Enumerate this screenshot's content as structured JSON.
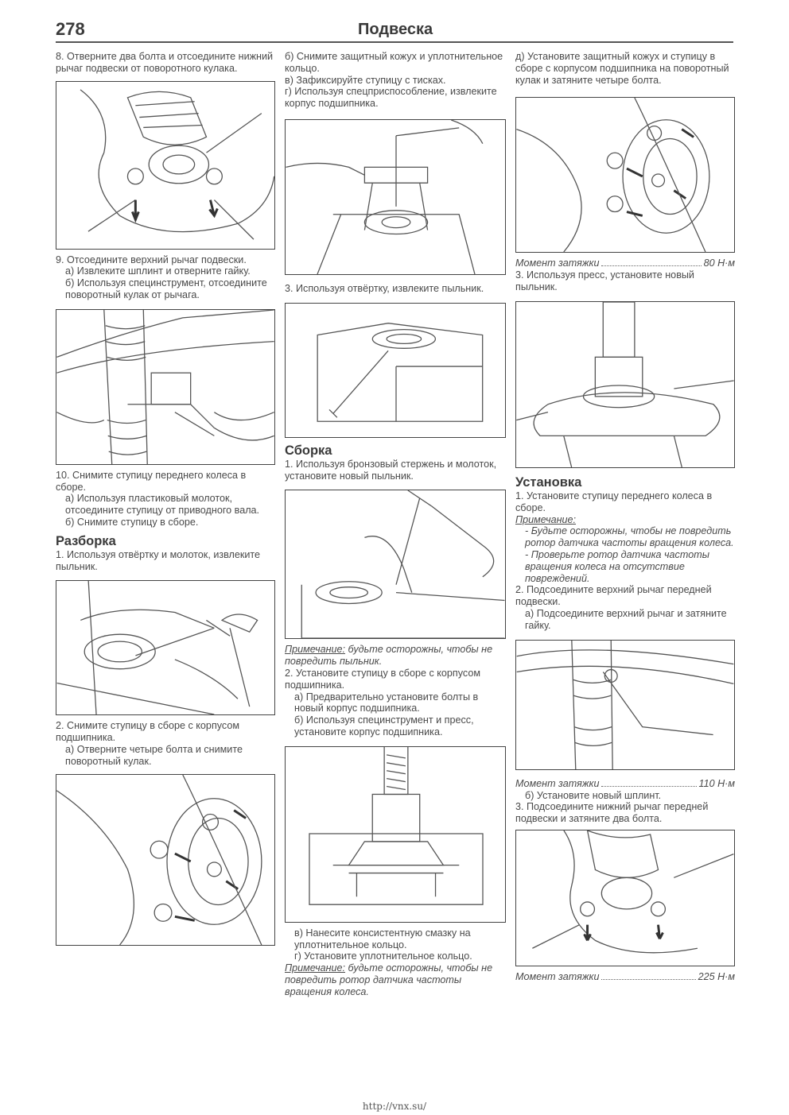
{
  "header": {
    "page_number": "278",
    "title": "Подвеска"
  },
  "col1": {
    "p8": "8. Отверните два болта и отсоедините нижний рычаг подвески от поворотного кулака.",
    "p9": "9. Отсоедините верхний рычаг подвески.",
    "p9a": "а) Извлеките шплинт и отверните гайку.",
    "p9b": "б) Используя специнструмент, отсоедините поворотный кулак от рычага.",
    "p10": "10. Снимите ступицу переднего колеса в сборе.",
    "p10a": "а) Используя пластиковый молоток, отсоедините ступицу от приводного вала.",
    "p10b": "б) Снимите ступицу в сборе.",
    "h_razborka": "Разборка",
    "r1": "1. Используя отвёртку и молоток, извлеките пыльник.",
    "r2": "2. Снимите ступицу в сборе с корпусом подшипника.",
    "r2a": "а) Отверните четыре болта и снимите поворотный кулак."
  },
  "col2": {
    "r2b": "б) Снимите защитный кожух и уплотнительное кольцо.",
    "r2v": "в) Зафиксируйте ступицу с тисках.",
    "r2g": "г) Используя спецприспособление, извлеките корпус подшипника.",
    "r3": "3. Используя отвёртку, извлеките пыльник.",
    "h_sborka": "Сборка",
    "s1": "1. Используя бронзовый стержень и молоток, установите новый пыльник.",
    "note1_label": "Примечание:",
    "note1_text": " будьте осторожны, чтобы не повредить пыльник.",
    "s2": "2. Установите ступицу в сборе с корпусом подшипника.",
    "s2a": "а) Предварительно установите болты в новый корпус подшипника.",
    "s2b": "б) Используя специнструмент и пресс, установите корпус подшипника.",
    "s2v": "в) Нанесите консистентную смазку на уплотнительное кольцо.",
    "s2g": "г) Установите уплотнительное кольцо.",
    "note2_label": "Примечание:",
    "note2_text": " будьте осторожны, чтобы не повредить ротор датчика частоты вращения колеса."
  },
  "col3": {
    "s2d": "д) Установите защитный кожух и ступицу в сборе с корпусом подшипника на поворотный кулак и затяните четыре болта.",
    "torque1_label": "Момент затяжки",
    "torque1_value": "80 Н·м",
    "s3": "3. Используя пресс, установите новый пыльник.",
    "h_ustanovka": "Установка",
    "u1": "1. Установите ступицу переднего колеса в сборе.",
    "note3_label": "Примечание:",
    "note3_item1": "- Будьте осторожны, чтобы не повредить ротор датчика частоты вращения колеса.",
    "note3_item2": "- Проверьте ротор датчика частоты вращения колеса на отсутствие повреждений.",
    "u2": "2. Подсоедините верхний рычаг передней подвески.",
    "u2a": "а) Подсоедините верхний рычаг и затяните гайку.",
    "torque2_label": "Момент затяжки",
    "torque2_value": "110 Н·м",
    "u2b": "б) Установите новый шплинт.",
    "u3": "3. Подсоедините нижний рычаг передней подвески и затяните два болта.",
    "torque3_label": "Момент затяжки",
    "torque3_value": "225 Н·м"
  },
  "footer": {
    "url": "http://vnx.su/"
  }
}
